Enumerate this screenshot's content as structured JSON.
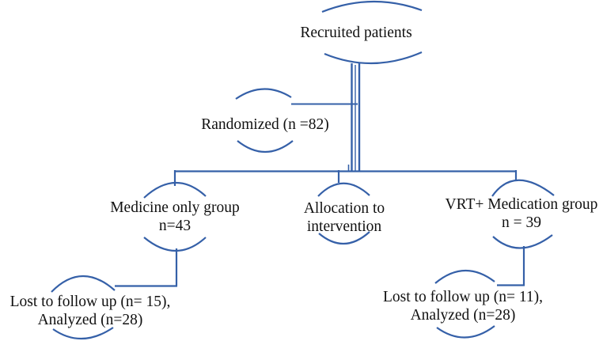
{
  "figure": {
    "background": "#ffffff",
    "line_color": "#3560a8",
    "text_color": "#111111",
    "nodes": {
      "recruited": {
        "lines": [
          "Recruited patients"
        ]
      },
      "randomized": {
        "lines": [
          "Randomized (n =82)"
        ]
      },
      "medicine_group": {
        "lines": [
          "Medicine only group",
          "n=43"
        ]
      },
      "allocation": {
        "lines": [
          "Allocation to",
          "intervention"
        ]
      },
      "vrt_group": {
        "lines": [
          "VRT+ Medication group",
          "n = 39"
        ]
      },
      "medicine_outcome": {
        "lines": [
          "Lost to follow up (n= 15),",
          "Analyzed (n=28)"
        ]
      },
      "vrt_outcome": {
        "lines": [
          "Lost to follow up (n= 11),",
          "Analyzed (n=28)"
        ]
      }
    }
  }
}
